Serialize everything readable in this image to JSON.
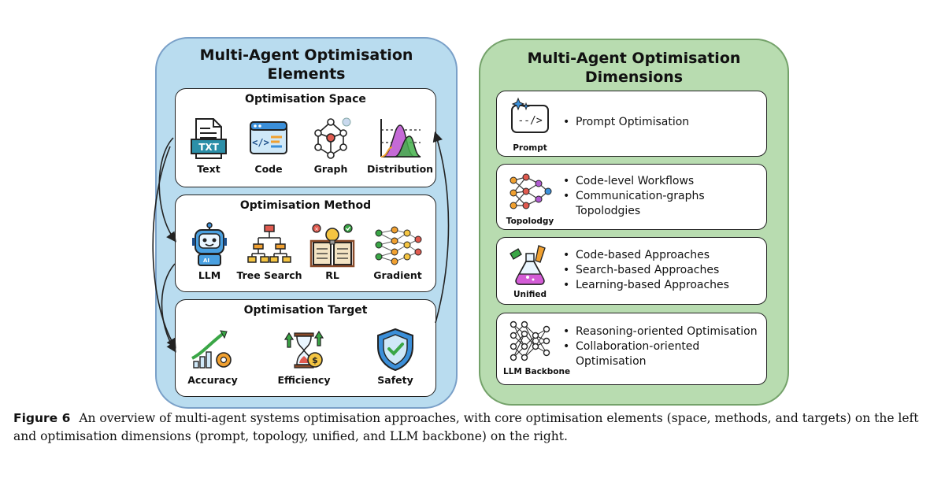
{
  "left": {
    "title_line1": "Multi-Agent Optimisation",
    "title_line2": "Elements",
    "space": {
      "title": "Optimisation Space",
      "items": [
        {
          "label": "Text",
          "icon": "text-file-icon",
          "badge": "TXT"
        },
        {
          "label": "Code",
          "icon": "code-window-icon"
        },
        {
          "label": "Graph",
          "icon": "graph-icon"
        },
        {
          "label": "Distribution",
          "icon": "distribution-chart-icon"
        }
      ]
    },
    "method": {
      "title": "Optimisation Method",
      "items": [
        {
          "label": "LLM",
          "icon": "robot-icon",
          "badge": "AI"
        },
        {
          "label": "Tree Search",
          "icon": "tree-search-icon"
        },
        {
          "label": "RL",
          "icon": "book-lightbulb-icon"
        },
        {
          "label": "Gradient",
          "icon": "neural-network-icon"
        }
      ]
    },
    "target": {
      "title": "Optimisation Target",
      "items": [
        {
          "label": "Accuracy",
          "icon": "growth-chart-icon"
        },
        {
          "label": "Efficiency",
          "icon": "hourglass-coin-icon"
        },
        {
          "label": "Safety",
          "icon": "shield-check-icon"
        }
      ]
    }
  },
  "right": {
    "title_line1": "Multi-Agent Optimisation",
    "title_line2": "Dimensions",
    "dimensions": [
      {
        "label": "Prompt",
        "icon": "prompt-icon",
        "bullets": [
          "Prompt Optimisation"
        ]
      },
      {
        "label": "Topolodgy",
        "icon": "topology-icon",
        "bullets": [
          "Code-level Workflows",
          "Communication-graphs"
        ],
        "continuation": "Topolodgies"
      },
      {
        "label": "Unified",
        "icon": "flask-icon",
        "bullets": [
          "Code-based Approaches",
          "Search-based Approaches",
          "Learning-based Approaches"
        ]
      },
      {
        "label": "LLM Backbone",
        "icon": "llm-backbone-icon",
        "bullets": [
          "Reasoning-oriented Optimisation",
          "Collaboration-oriented"
        ],
        "continuation": "Optimisation"
      }
    ]
  },
  "caption": {
    "label": "Figure 6",
    "text": "An overview of multi-agent systems optimisation approaches, with core optimisation elements (space, methods, and targets) on the left and optimisation dimensions (prompt, topology, unified, and LLM backbone) on the right."
  },
  "colors": {
    "left_panel": "#b9dcef",
    "right_panel": "#b8dcb0",
    "accent_blue": "#3b8fd9",
    "accent_green": "#3aa646",
    "accent_orange": "#f0a030",
    "accent_purple": "#b05bd0"
  }
}
